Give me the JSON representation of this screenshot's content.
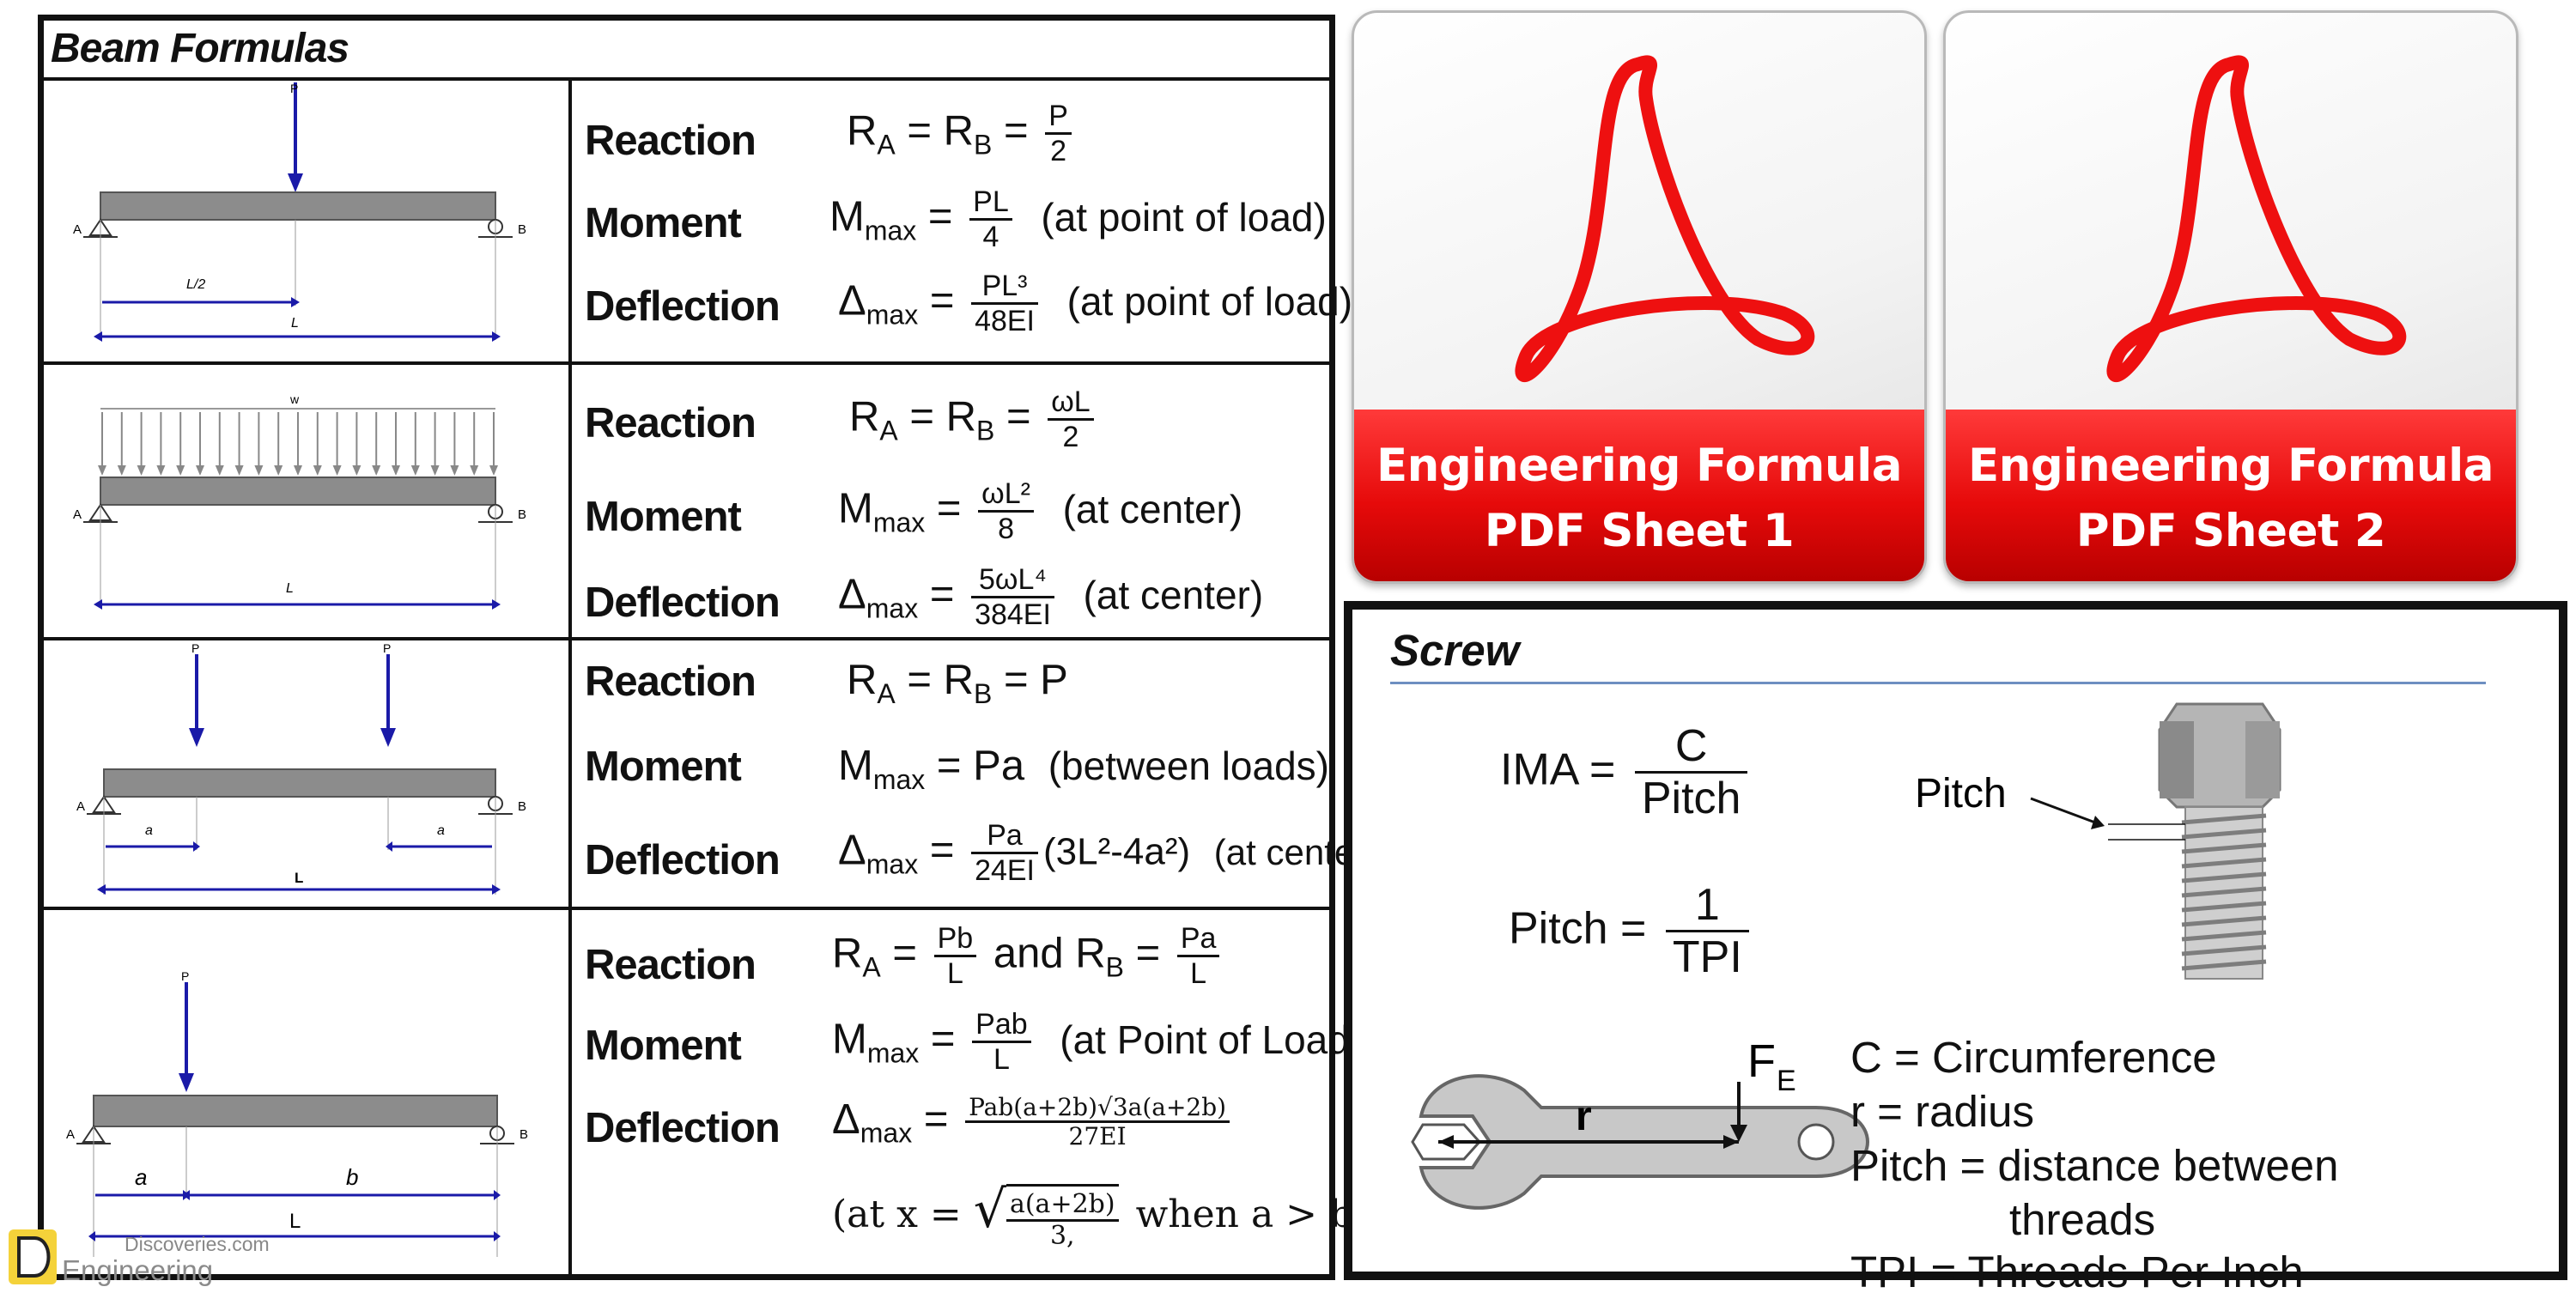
{
  "beam": {
    "title": "Beam Formulas",
    "row_labels": {
      "reaction": "Reaction",
      "moment": "Moment",
      "deflection": "Deflection"
    },
    "rows": [
      {
        "diagram": {
          "load": "P",
          "left": "A",
          "right": "B",
          "dim1": "L/2",
          "dim2": "L"
        },
        "reaction": {
          "lhs": "R",
          "sub1": "A",
          "eq": "= R",
          "sub2": "B",
          "eq2": "=",
          "num": "P",
          "den": "2",
          "note": ""
        },
        "moment": {
          "lhs": "M",
          "sub": "max",
          "eq": "=",
          "num": "PL",
          "den": "4",
          "note": "(at point of load)"
        },
        "deflection": {
          "lhs": "Δ",
          "sub": "max",
          "eq": "=",
          "num": "PL³",
          "den": "48EI",
          "note": "(at point of load)"
        }
      },
      {
        "diagram": {
          "load": "w",
          "left": "A",
          "right": "B",
          "dim1": "L"
        },
        "reaction": {
          "lhs": "R",
          "sub1": "A",
          "eq": "= R",
          "sub2": "B",
          "eq2": "=",
          "num": "ωL",
          "den": "2",
          "note": ""
        },
        "moment": {
          "lhs": "M",
          "sub": "max",
          "eq": "=",
          "num": "ωL²",
          "den": "8",
          "note": "(at center)"
        },
        "deflection": {
          "lhs": "Δ",
          "sub": "max",
          "eq": "=",
          "num": "5ωL⁴",
          "den": "384EI",
          "note": "(at center)"
        }
      },
      {
        "diagram": {
          "load": "P",
          "left": "A",
          "right": "B",
          "dim_a1": "a",
          "dim_a2": "a",
          "dim2": "L"
        },
        "reaction": {
          "text_main": "R",
          "sub1": "A",
          "rest": "=  R",
          "sub2": "B",
          "tail": "= P"
        },
        "moment": {
          "lhs": "M",
          "sub": "max",
          "rhs": "= Pa",
          "note": "(between loads)"
        },
        "deflection": {
          "lhs": "Δ",
          "sub": "max",
          "eq": "=",
          "num": "Pa",
          "den": "24EI",
          "tail": "(3L²-4a²)",
          "note": "(at center)"
        }
      },
      {
        "diagram": {
          "load": "P",
          "left": "A",
          "right": "B",
          "dim_a": "a",
          "dim_b": "b",
          "dim2": "L"
        },
        "reaction": {
          "lhs": "R",
          "sub1": "A",
          "eq": "=",
          "num1": "Pb",
          "den1": "L",
          "and": "and R",
          "sub2": "B",
          "eq2": "=",
          "num2": "Pa",
          "den2": "L"
        },
        "moment": {
          "lhs": "M",
          "sub": "max",
          "eq": "=",
          "num": "Pab",
          "den": "L",
          "note": "(at Point of Load)"
        },
        "deflection": {
          "lhs": "Δ",
          "sub": "max",
          "eq": "=",
          "num": "Pab(a+2b)√3a(a+2b)",
          "den": "27EI"
        },
        "condition": {
          "open": "(at  x =",
          "root_num": "a(a+2b)",
          "root_den": "3,",
          "close": "when a > b )"
        }
      }
    ]
  },
  "pdf_cards": [
    {
      "line1": "Engineering Formula",
      "line2": "PDF Sheet 1"
    },
    {
      "line1": "Engineering Formula",
      "line2": "PDF Sheet 2"
    }
  ],
  "screw": {
    "title": "Screw",
    "ima": {
      "lhs": "IMA =",
      "num": "C",
      "den": "Pitch"
    },
    "pitch": {
      "lhs": "Pitch =",
      "num": "1",
      "den": "TPI"
    },
    "bolt_label": "Pitch",
    "wrench": {
      "force": "F",
      "force_sub": "E",
      "radius": "r"
    },
    "legend": [
      "C = Circumference",
      "r = radius",
      "Pitch  = distance between",
      "threads",
      "TPI = Threads Per Inch"
    ]
  },
  "watermark": {
    "site": "Discoveries.com",
    "name": "Engineering"
  },
  "colors": {
    "pdf_red": "#e60a0a",
    "arrow_blue": "#1a1aa8",
    "beam_gray": "#8c8c8c",
    "rule_blue": "#6e8fc1"
  }
}
